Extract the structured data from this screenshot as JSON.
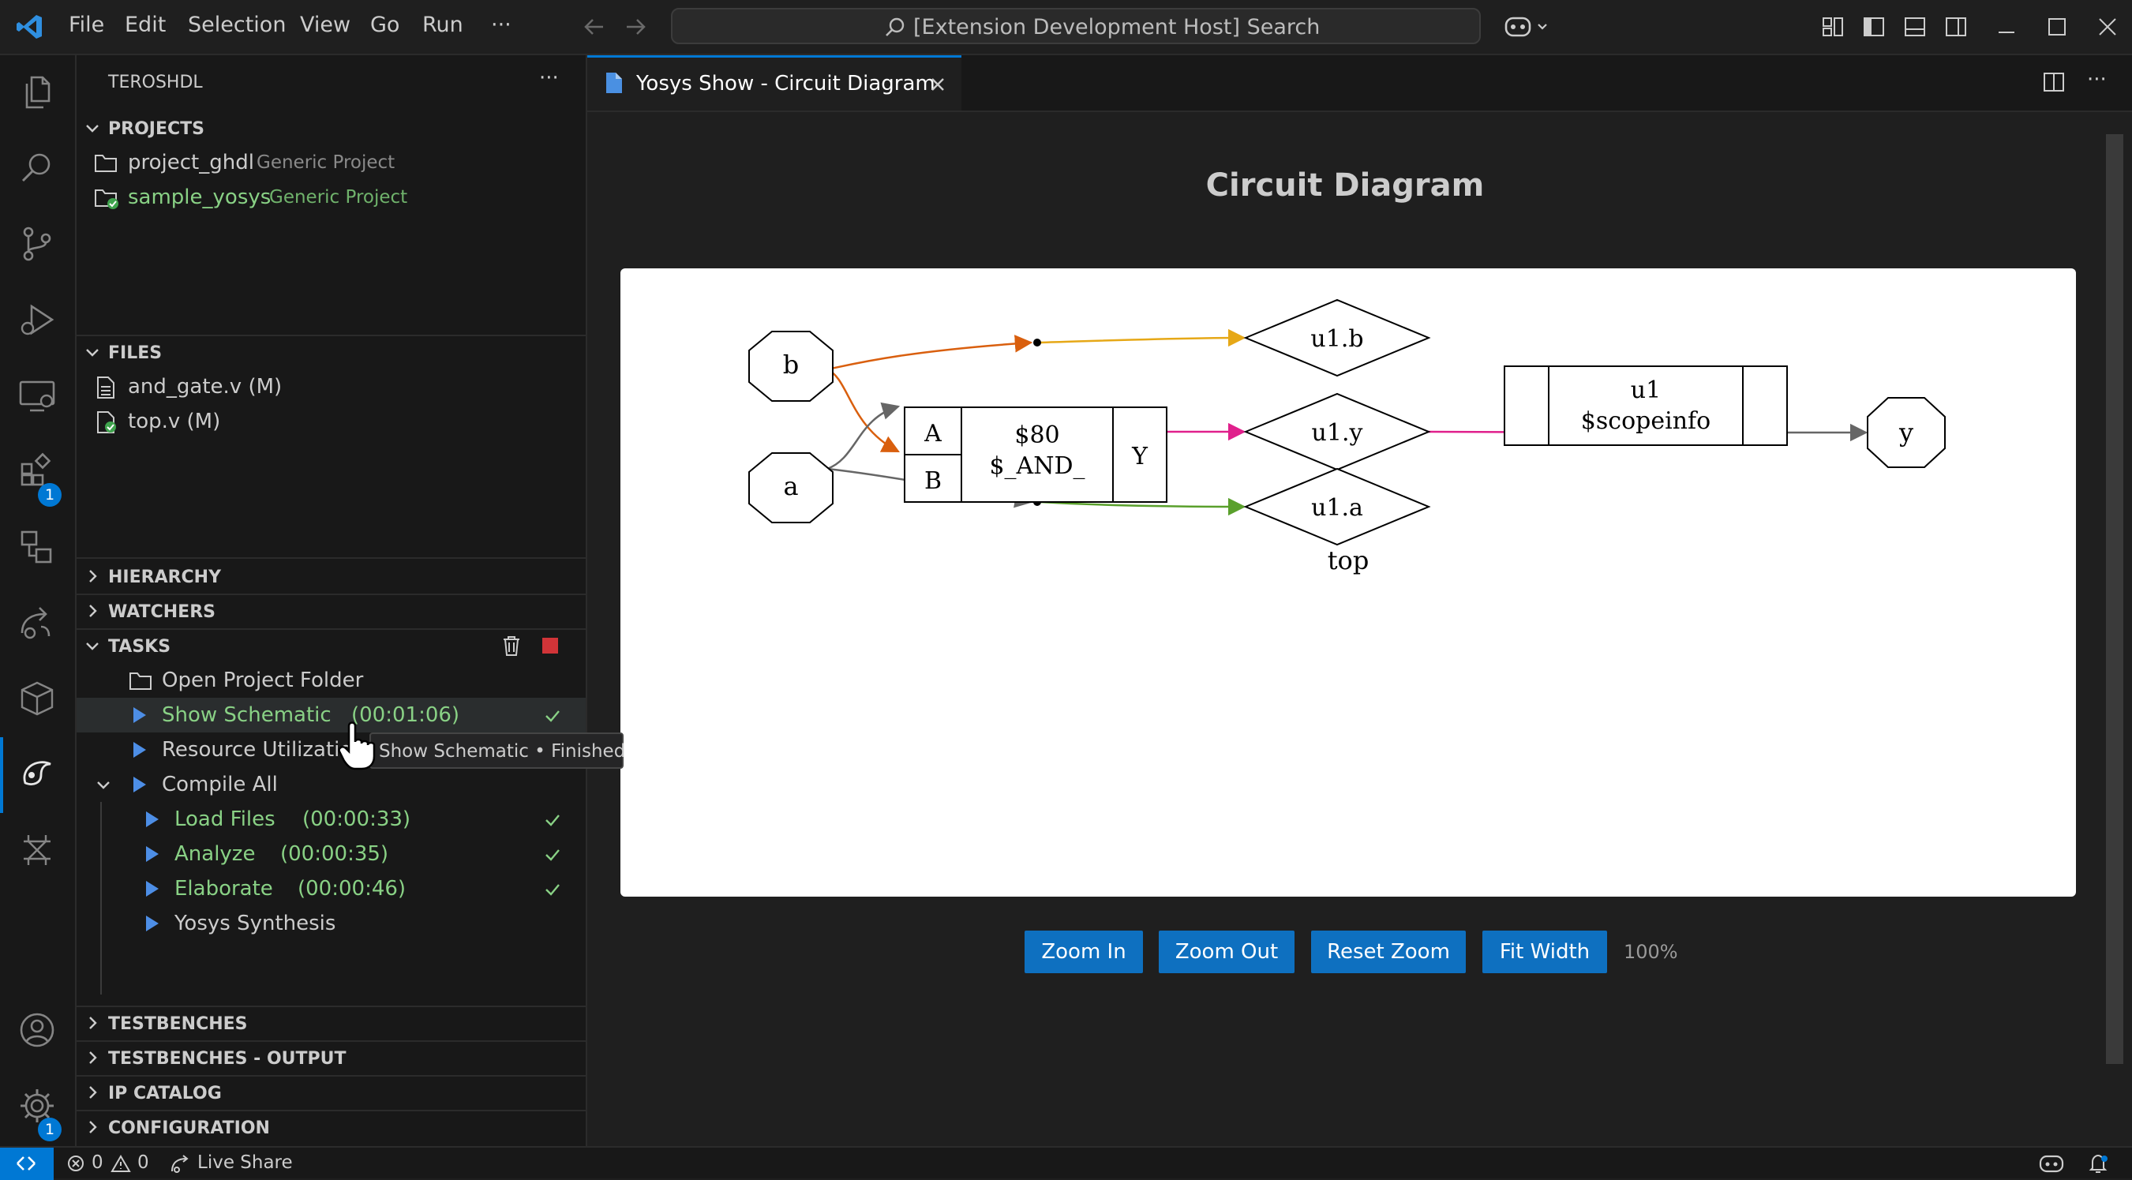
{
  "menu": [
    "File",
    "Edit",
    "Selection",
    "View",
    "Go",
    "Run",
    "···"
  ],
  "search": {
    "text": "[Extension Development Host] Search"
  },
  "activity": {
    "extensions_badge": "1",
    "settings_badge": "1"
  },
  "sidebar": {
    "title": "TEROSHDL",
    "more": "···",
    "sections": {
      "projects": "PROJECTS",
      "files": "FILES",
      "hierarchy": "HIERARCHY",
      "watchers": "WATCHERS",
      "tasks": "TASKS",
      "testbenches": "TESTBENCHES",
      "testbenches_output": "TESTBENCHES - OUTPUT",
      "ip_catalog": "IP CATALOG",
      "configuration": "CONFIGURATION"
    },
    "projects": [
      {
        "name": "project_ghdl",
        "type": "Generic Project"
      },
      {
        "name": "sample_yosys",
        "type": "Generic Project"
      }
    ],
    "files": [
      "and_gate.v (M)",
      "top.v (M)"
    ],
    "tasks": {
      "open_folder": "Open Project Folder",
      "show_schematic": {
        "name": "Show Schematic",
        "time": "(00:01:06)"
      },
      "resource_util": "Resource Utilization",
      "compile_all": "Compile All",
      "load_files": {
        "name": "Load Files",
        "time": "(00:00:33)"
      },
      "analyze": {
        "name": "Analyze",
        "time": "(00:00:35)"
      },
      "elaborate": {
        "name": "Elaborate",
        "time": "(00:00:46)"
      },
      "yosys": "Yosys Synthesis"
    }
  },
  "tooltip": "Show Schematic • Finished",
  "editor": {
    "tab_title": "Yosys Show - Circuit Diagram",
    "heading": "Circuit Diagram",
    "buttons": {
      "zoom_in": "Zoom In",
      "zoom_out": "Zoom Out",
      "reset": "Reset Zoom",
      "fit": "Fit Width"
    },
    "zoom": "100%"
  },
  "diagram": {
    "input_b": "b",
    "input_a": "a",
    "cell_port_a": "A",
    "cell_port_b": "B",
    "cell_id": "$80",
    "cell_type": "$_AND_",
    "cell_port_y": "Y",
    "u1b": "u1.b",
    "u1y": "u1.y",
    "u1a": "u1.a",
    "scope_name": "u1",
    "scope_info": "$scopeinfo",
    "output_y": "y",
    "module": "top",
    "colors": {
      "orange": "#d95f0e",
      "yellow": "#e6a817",
      "pink": "#e0208c",
      "gray": "#666666",
      "green": "#5aa02c"
    }
  },
  "status": {
    "errors": "0",
    "warnings": "0",
    "live_share": "Live Share"
  }
}
